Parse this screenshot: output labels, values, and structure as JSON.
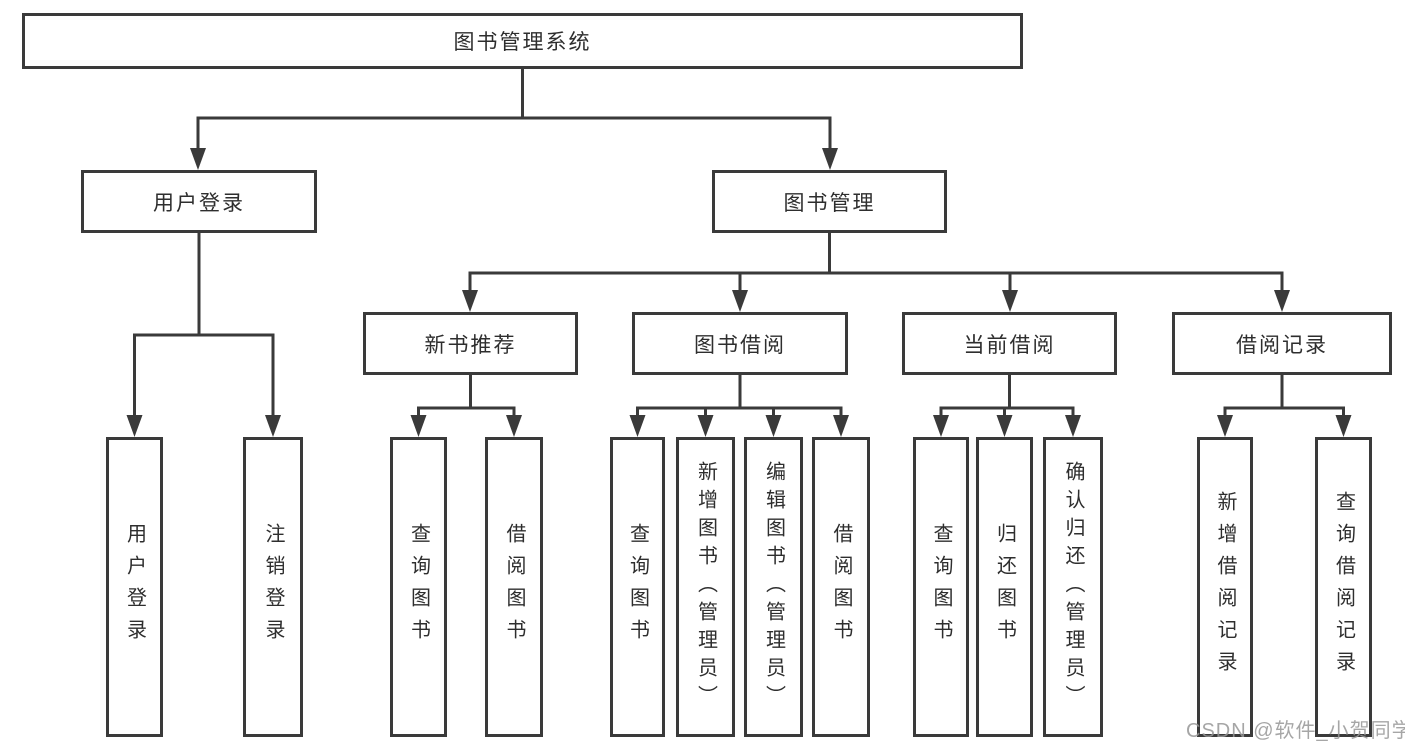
{
  "diagram": {
    "type": "hierarchy-tree",
    "colors": {
      "line": "#3a3a3a",
      "box_border": "#3a3a3a",
      "text": "#2e2e2e",
      "background": "#ffffff",
      "watermark": "#969696"
    },
    "watermark": "CSDN @软件_小贺同学",
    "tree": {
      "root": {
        "label": "图书管理系统"
      },
      "login": {
        "label": "用户登录",
        "children": [
          {
            "label": "用户登录"
          },
          {
            "label": "注销登录"
          }
        ]
      },
      "management": {
        "label": "图书管理",
        "sections": [
          {
            "label": "新书推荐",
            "children": [
              {
                "label": "查询图书"
              },
              {
                "label": "借阅图书"
              }
            ]
          },
          {
            "label": "图书借阅",
            "children": [
              {
                "label": "查询图书"
              },
              {
                "label": "新增图书（管理员）"
              },
              {
                "label": "编辑图书（管理员）"
              },
              {
                "label": "借阅图书"
              }
            ]
          },
          {
            "label": "当前借阅",
            "children": [
              {
                "label": "查询图书"
              },
              {
                "label": "归还图书"
              },
              {
                "label": "确认归还（管理员）"
              }
            ]
          },
          {
            "label": "借阅记录",
            "children": [
              {
                "label": "新增借阅记录"
              },
              {
                "label": "查询借阅记录"
              }
            ]
          }
        ]
      }
    }
  }
}
